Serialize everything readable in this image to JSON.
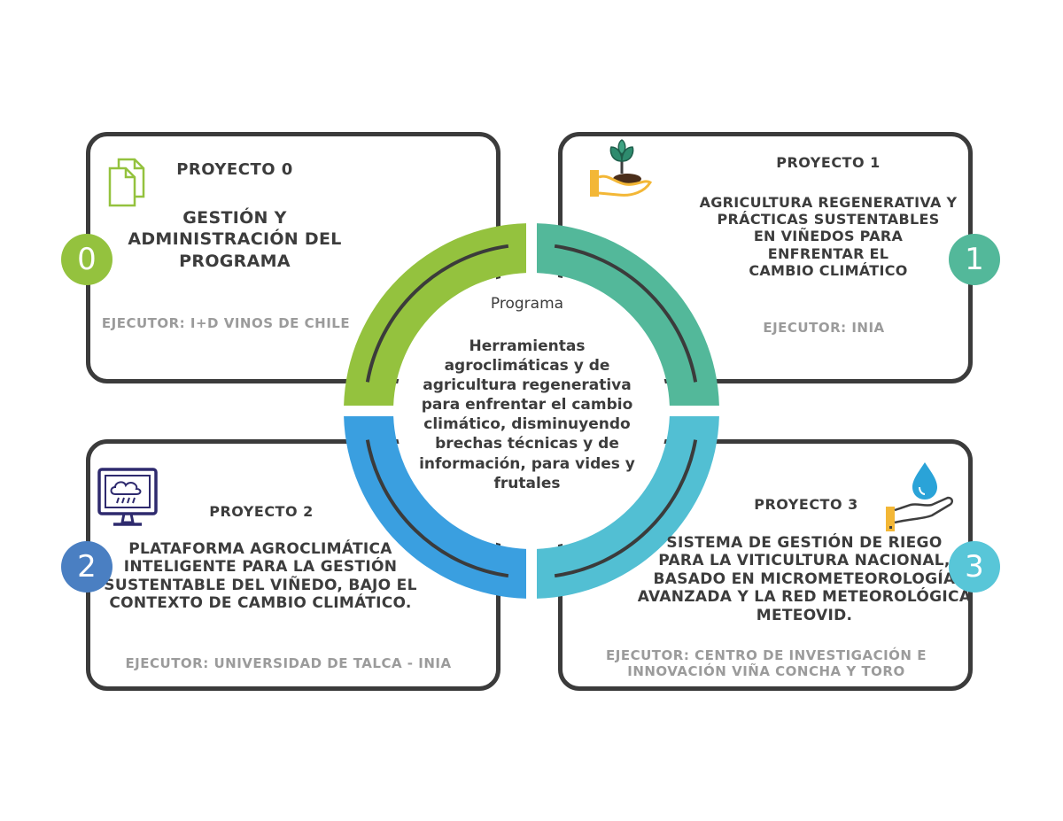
{
  "colors": {
    "green": "#94c23e",
    "teal": "#53b89a",
    "blue": "#3a9fe0",
    "cyan": "#52bfd3",
    "border": "#3b3b3b",
    "num2": "#4a7fc2",
    "num3": "#58c6d8"
  },
  "center": {
    "label": "Programa",
    "text_lines": [
      "Herramientas",
      "agroclimáticas y de",
      "agricultura regenerativa",
      "para enfrentar el cambio",
      "climático, disminuyendo",
      "brechas técnicas y de",
      "información, para vides y",
      "frutales"
    ]
  },
  "projects": [
    {
      "num": "0",
      "title": "PROYECTO 0",
      "desc_lines": [
        "GESTIÓN Y",
        "ADMINISTRACIÓN DEL",
        "PROGRAMA"
      ],
      "exec_lines": [
        "EJECUTOR: I+D VINOS DE CHILE"
      ],
      "icon": "documents-icon"
    },
    {
      "num": "1",
      "title": "PROYECTO 1",
      "desc_lines": [
        "AGRICULTURA REGENERATIVA Y",
        "PRÁCTICAS SUSTENTABLES",
        "EN VIÑEDOS PARA",
        "ENFRENTAR EL",
        "CAMBIO CLIMÁTICO"
      ],
      "exec_lines": [
        "EJECUTOR: INIA"
      ],
      "icon": "hand-plant-icon"
    },
    {
      "num": "2",
      "title": "PROYECTO 2",
      "desc_lines": [
        "PLATAFORMA AGROCLIMÁTICA",
        "INTELIGENTE PARA LA GESTIÓN",
        "SUSTENTABLE DEL VIÑEDO, BAJO EL",
        "CONTEXTO DE CAMBIO CLIMÁTICO."
      ],
      "exec_lines": [
        "EJECUTOR: UNIVERSIDAD DE TALCA - INIA"
      ],
      "icon": "monitor-weather-icon"
    },
    {
      "num": "3",
      "title": "PROYECTO 3",
      "desc_lines": [
        "SISTEMA DE GESTIÓN DE RIEGO",
        "PARA LA VITICULTURA NACIONAL,",
        "BASADO EN MICROMETEOROLOGÍA",
        "AVANZADA Y LA RED METEOROLÓGICA",
        "METEOVID."
      ],
      "exec_lines": [
        "EJECUTOR: CENTRO DE INVESTIGACIÓN E",
        "INNOVACIÓN VIÑA CONCHA Y TORO"
      ],
      "icon": "hand-water-drop-icon"
    }
  ]
}
